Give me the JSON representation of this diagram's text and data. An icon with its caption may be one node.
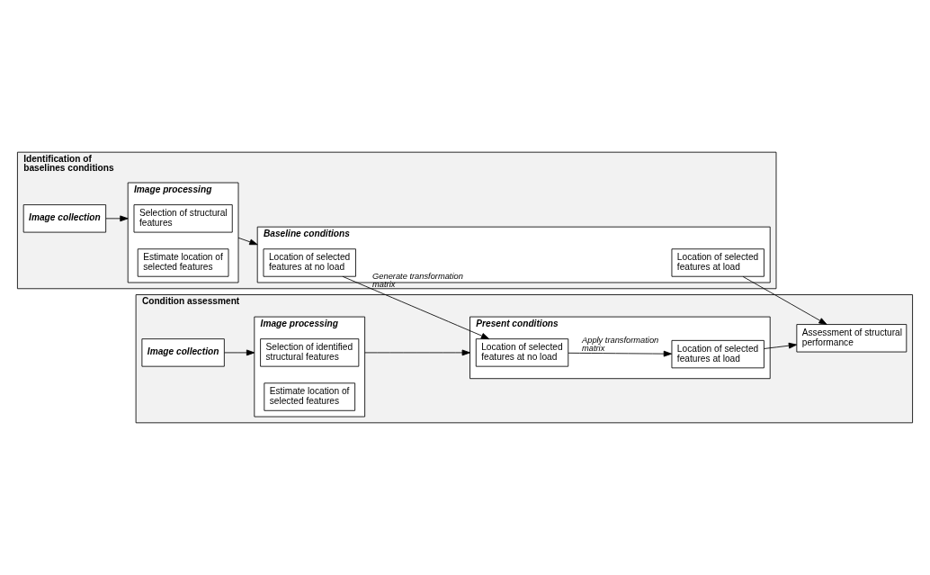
{
  "diagram": {
    "nodes": [
      {
        "text": [
          "Identification of baselines conditions"
        ]
      },
      {
        "text": [
          "Image collection"
        ],
        "in": 0
      },
      {
        "text": [
          "Image processing"
        ],
        "in": 0
      },
      {
        "text": [
          "Selection of structural features"
        ],
        "in": 2
      },
      {
        "text": [
          "Estimate location of selected features"
        ],
        "in": 2
      },
      {
        "text": [
          "Baseline conditions"
        ],
        "in": 0
      },
      {
        "text": [
          "Location of selected features at no load"
        ],
        "in": 5
      },
      {
        "text": [
          "Location of selected features at load"
        ],
        "in": 5
      },
      {
        "text": [
          "Condition assessment"
        ]
      },
      {
        "text": [
          "Image collection"
        ],
        "in": 8
      },
      {
        "text": [
          "Image processing"
        ],
        "in": 8
      },
      {
        "text": [
          "Selection of identified structural features"
        ],
        "in": 10
      },
      {
        "text": [
          "Estimate location of selected features"
        ],
        "in": 10
      },
      {
        "text": [
          "Present conditions"
        ],
        "in": 8
      },
      {
        "text": [
          "Location of selected features at no load"
        ],
        "in": 13
      },
      {
        "text": [
          "Location of selected features at load"
        ],
        "in": 13
      },
      {
        "text": [
          "Assessment of structural performance"
        ],
        "in": 8
      }
    ],
    "edges": [
      {
        "from": 1,
        "to": 2,
        "arrow": "to"
      },
      {
        "from": 2,
        "to": 5,
        "arrow": "to"
      },
      {
        "from": 6,
        "to": 14,
        "arrow": "to",
        "label": "Generate transformation matrix"
      },
      {
        "from": 7,
        "to": 16,
        "arrow": "to"
      },
      {
        "from": 9,
        "to": 10,
        "arrow": "to"
      },
      {
        "from": 10,
        "to": 13,
        "arrow": "to"
      },
      {
        "from": 14,
        "to": 15,
        "arrow": "to",
        "label": "Apply transformation matrix"
      },
      {
        "from": 15,
        "to": 16,
        "arrow": "to"
      }
    ]
  }
}
